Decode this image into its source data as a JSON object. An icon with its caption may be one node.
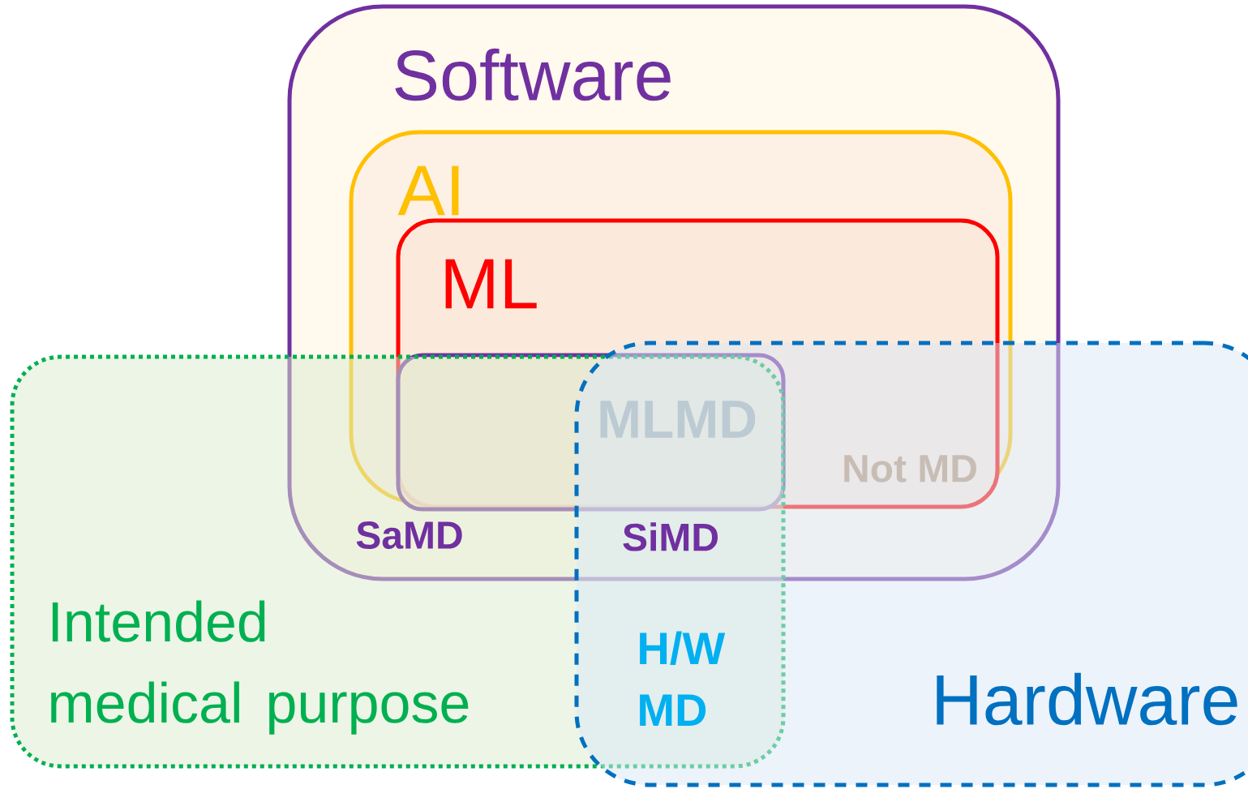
{
  "diagram": {
    "nodes": [
      {
        "text": [
          "Software"
        ]
      },
      {
        "text": [
          "AI"
        ],
        "in": 0
      },
      {
        "text": [
          "ML"
        ],
        "in": 1
      },
      {
        "text": [
          "MLMD"
        ]
      },
      {
        "text": [
          "Intended medical purpose"
        ]
      },
      {
        "text": [
          "Hardware"
        ]
      }
    ],
    "labels": [
      "SaMD",
      "SiMD",
      "Not MD",
      "H/W MD"
    ]
  }
}
